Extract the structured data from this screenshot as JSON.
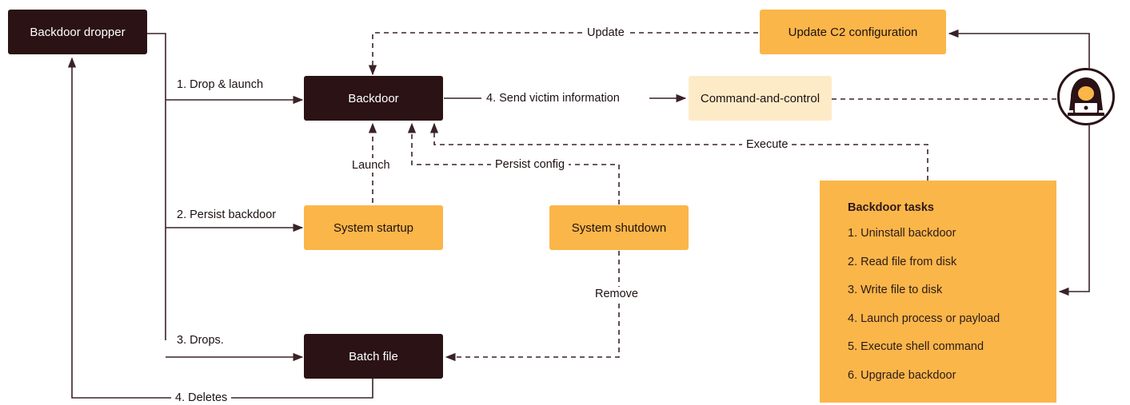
{
  "nodes": {
    "dropper": "Backdoor dropper",
    "backdoor": "Backdoor",
    "update_c2": "Update C2 configuration",
    "c2": "Command-and-control",
    "startup": "System startup",
    "shutdown": "System shutdown",
    "batch": "Batch file"
  },
  "edges": {
    "drop_launch": "1. Drop & launch",
    "persist_backdoor": "2. Persist backdoor",
    "drops": "3. Drops.",
    "deletes": "4. Deletes",
    "send_info": "4. Send victim information",
    "update": "Update",
    "launch": "Launch",
    "persist_config": "Persist config",
    "execute": "Execute",
    "remove": "Remove"
  },
  "tasks": {
    "title": "Backdoor tasks",
    "items": [
      "1. Uninstall backdoor",
      "2. Read file from disk",
      "3. Write file to disk",
      "4. Launch process or payload",
      "5. Execute shell command",
      "6. Upgrade backdoor"
    ]
  },
  "colors": {
    "dark": "#2a1215",
    "orange": "#fbb649",
    "cream": "#fdebc8",
    "line": "#3a2226"
  },
  "icons": {
    "attacker": "hooded-hacker-icon"
  }
}
